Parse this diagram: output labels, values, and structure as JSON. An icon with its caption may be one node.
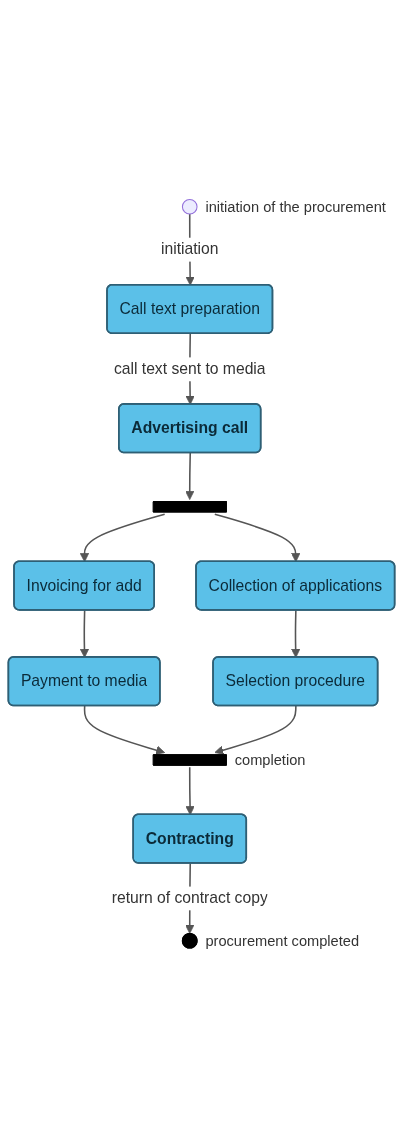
{
  "diagram": {
    "nodes": [
      {
        "text": [],
        "shape": "circle",
        "beside": [
          "initiation of the procurement"
        ]
      },
      {
        "text": [
          "Call text preparation"
        ]
      },
      {
        "text": [
          "Advertising call"
        ]
      },
      {
        "text": [],
        "shape": "bar"
      },
      {
        "text": [
          "Invoicing for add"
        ]
      },
      {
        "text": [
          "Collection of applications"
        ]
      },
      {
        "text": [
          "Payment to media"
        ]
      },
      {
        "text": [
          "Selection procedure"
        ]
      },
      {
        "text": [],
        "shape": "bar",
        "beside": [
          "completion"
        ]
      },
      {
        "text": [
          "Contracting"
        ]
      },
      {
        "text": [],
        "shape": "circle",
        "beside": [
          "procurement completed"
        ]
      }
    ],
    "edges": [
      {
        "from": 0,
        "to": 1,
        "arrow": "to",
        "label": "initiation"
      },
      {
        "from": 1,
        "to": 2,
        "arrow": "to",
        "label": "call text sent to media"
      },
      {
        "from": 2,
        "to": 3,
        "arrow": "to"
      },
      {
        "from": 3,
        "to": 4,
        "arrow": "to"
      },
      {
        "from": 3,
        "to": 5,
        "arrow": "to"
      },
      {
        "from": 4,
        "to": 6,
        "arrow": "to"
      },
      {
        "from": 5,
        "to": 7,
        "arrow": "to"
      },
      {
        "from": 6,
        "to": 8,
        "arrow": "to"
      },
      {
        "from": 7,
        "to": 8,
        "arrow": "to"
      },
      {
        "from": 8,
        "to": 9,
        "arrow": "to"
      },
      {
        "from": 9,
        "to": 10,
        "arrow": "to",
        "label": "return of contract copy"
      }
    ]
  }
}
